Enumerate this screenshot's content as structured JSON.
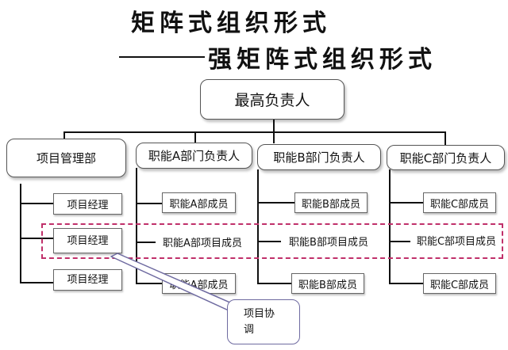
{
  "title": {
    "line1": "矩阵式组织形式",
    "line2": "强矩阵式组织形式"
  },
  "org": {
    "top": "最高负责人",
    "departments": [
      "项目管理部",
      "职能A部门负责人",
      "职能B部门负责人",
      "职能C部门负责人"
    ],
    "project_managers": [
      "项目经理",
      "项目经理",
      "项目经理"
    ],
    "dept_a": [
      "职能A部成员",
      "职能A部项目成员",
      "职能A部成员"
    ],
    "dept_b": [
      "职能B部成员",
      "职能B部项目成员",
      "职能B部成员"
    ],
    "dept_c": [
      "职能C部成员",
      "职能C部项目成员",
      "职能C部成员"
    ]
  },
  "callout": {
    "text": "项目协\n调"
  },
  "colors": {
    "dashed_highlight": "#c0306a",
    "callout_border": "#6e6aa0"
  }
}
